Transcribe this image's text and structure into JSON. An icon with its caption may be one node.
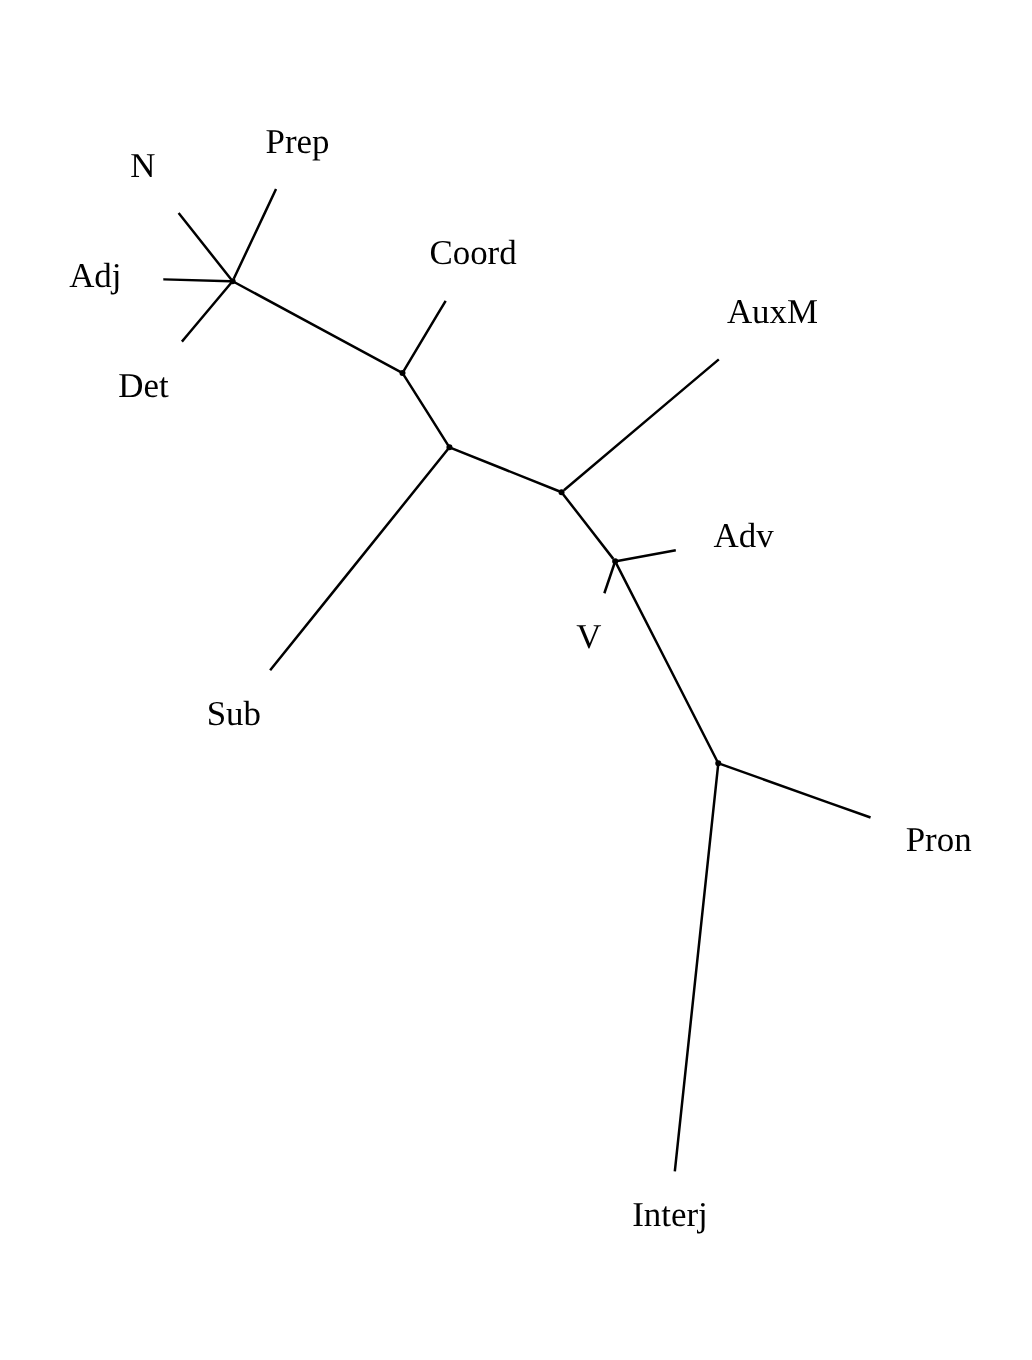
{
  "diagram": {
    "nodes": [
      {
        "text": [
          "Adj"
        ]
      },
      {
        "text": [
          "Prep"
        ]
      },
      {
        "text": [
          "Det"
        ]
      },
      {
        "text": [
          "N"
        ]
      },
      {
        "text": [
          "Coord"
        ]
      },
      {
        "text": [
          "AuxM"
        ]
      },
      {
        "text": [
          "Sub"
        ]
      },
      {
        "text": [
          "Adv"
        ]
      },
      {
        "text": [
          "V"
        ]
      },
      {
        "text": [
          "Pron"
        ]
      },
      {
        "text": [
          "Interj"
        ]
      },
      {
        "text": [],
        "shape": "point"
      },
      {
        "text": [],
        "shape": "point"
      },
      {
        "text": [],
        "shape": "point"
      },
      {
        "text": [],
        "shape": "point"
      },
      {
        "text": [],
        "shape": "point"
      },
      {
        "text": [],
        "shape": "point"
      }
    ],
    "edges": [
      {
        "from": 11,
        "to": 2,
        "arrow": "none"
      },
      {
        "from": 11,
        "to": 1,
        "arrow": "none"
      },
      {
        "from": 11,
        "to": 0,
        "arrow": "none"
      },
      {
        "from": 11,
        "to": 3,
        "arrow": "none"
      },
      {
        "from": 11,
        "to": 12,
        "arrow": "none"
      },
      {
        "from": 12,
        "to": 4,
        "arrow": "none"
      },
      {
        "from": 12,
        "to": 13,
        "arrow": "none"
      },
      {
        "from": 13,
        "to": 6,
        "arrow": "none"
      },
      {
        "from": 13,
        "to": 14,
        "arrow": "none"
      },
      {
        "from": 14,
        "to": 5,
        "arrow": "none"
      },
      {
        "from": 14,
        "to": 15,
        "arrow": "none"
      },
      {
        "from": 15,
        "to": 7,
        "arrow": "none"
      },
      {
        "from": 15,
        "to": 8,
        "arrow": "none"
      },
      {
        "from": 15,
        "to": 16,
        "arrow": "none"
      },
      {
        "from": 16,
        "to": 9,
        "arrow": "none"
      },
      {
        "from": 16,
        "to": 10,
        "arrow": "none"
      }
    ]
  }
}
